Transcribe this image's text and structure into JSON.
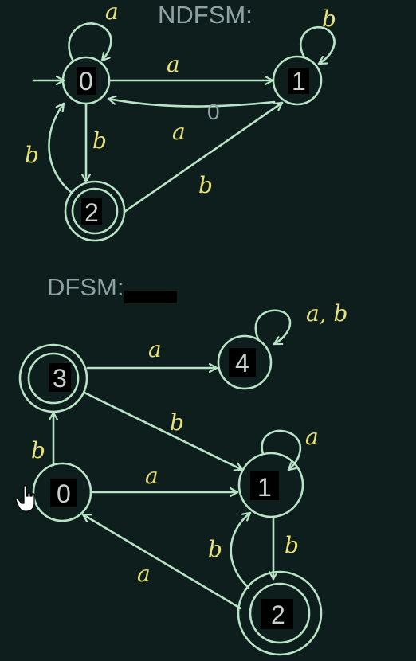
{
  "ndfsm": {
    "title": "NDFSM:",
    "states": {
      "s0": "0",
      "s1": "1",
      "s2": "2"
    },
    "edges": {
      "loop_0": "a",
      "e0_1": "a",
      "e1_0": "a",
      "e1_0_overlay": "0",
      "loop_1": "b",
      "e0_2": "b",
      "e2_0": "b",
      "e2_1": "b"
    }
  },
  "dfsm": {
    "title": "DFSM:",
    "states": {
      "s0": "0",
      "s1": "1",
      "s2": "2",
      "s3": "3",
      "s4": "4"
    },
    "edges": {
      "e3_4": "a",
      "loop_4": "a, b",
      "e3_1": "b",
      "e0_3": "b",
      "e0_1": "a",
      "loop_1": "a",
      "e1_2": "b",
      "e2_1": "b",
      "e2_0": "a"
    }
  },
  "colors": {
    "background": "#0d1e1d",
    "stroke": "#b9e3c6",
    "edge_label": "#e9e27a",
    "title": "#8fa4a2",
    "state_label_bg": "#000000",
    "state_label_text": "#c7d1cf"
  },
  "icons": {
    "cursor": "hand-pointer-icon"
  }
}
